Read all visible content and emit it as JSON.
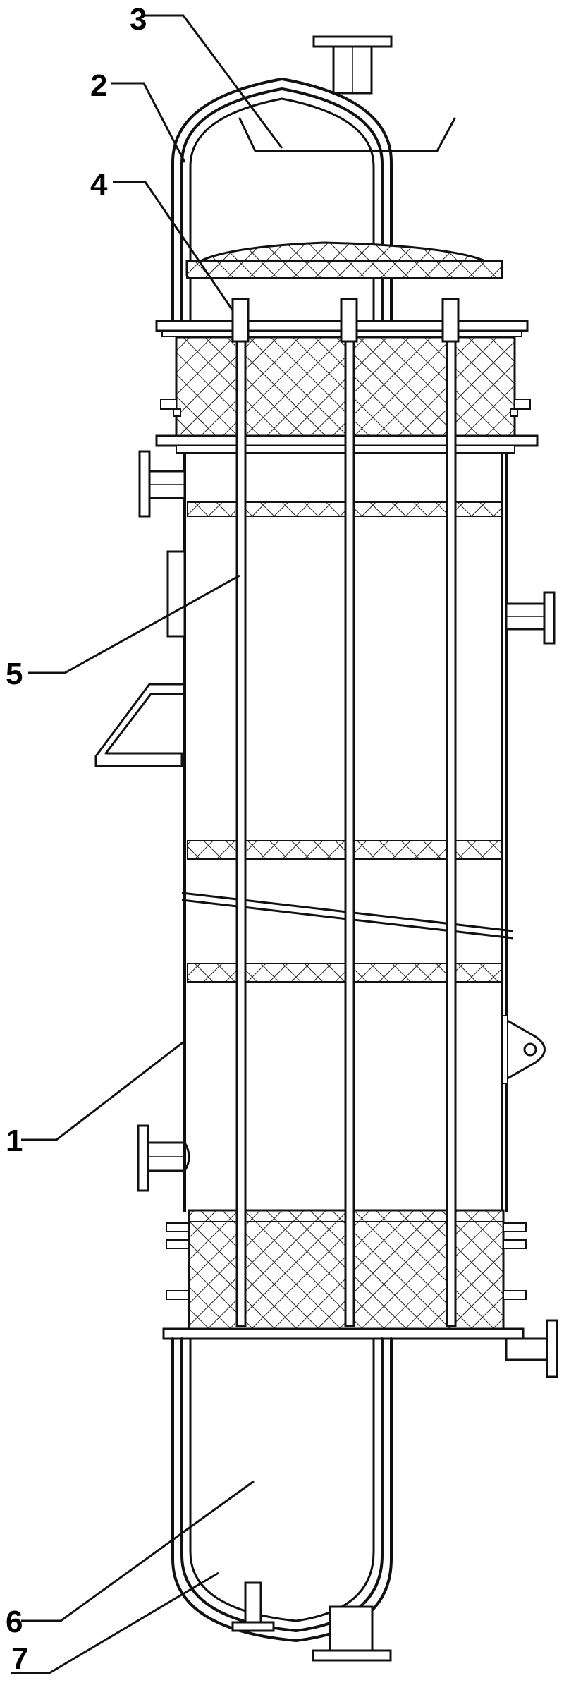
{
  "labels": {
    "l1": "1",
    "l2": "2",
    "l3": "3",
    "l4": "4",
    "l5": "5",
    "l6": "6",
    "l7": "7"
  },
  "colors": {
    "line": "#111111",
    "hatch": "#222222",
    "fill": "#ffffff"
  }
}
